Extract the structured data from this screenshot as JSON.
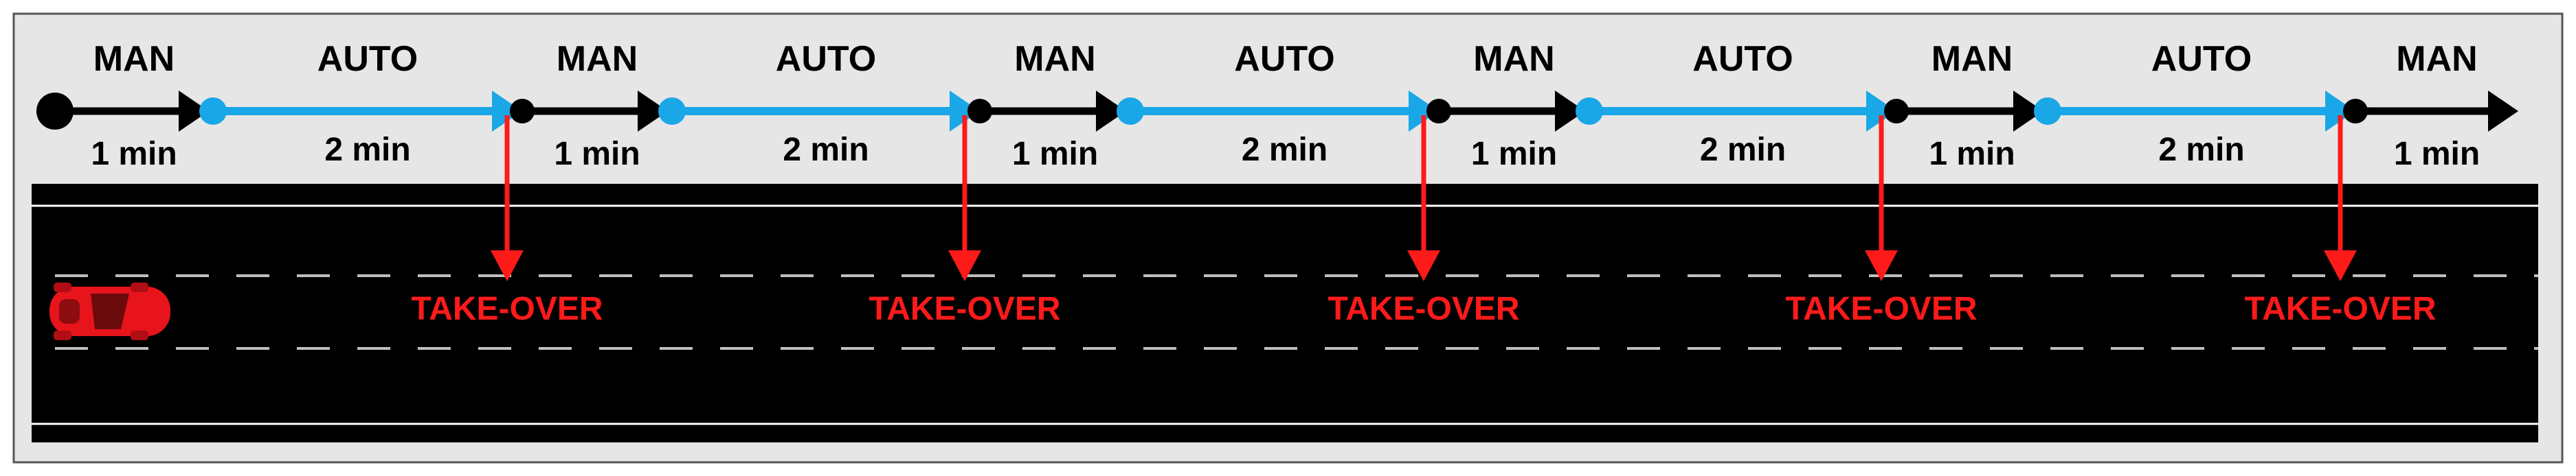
{
  "timeline": {
    "segments": [
      {
        "mode": "MAN",
        "duration": "1 min"
      },
      {
        "mode": "AUTO",
        "duration": "2 min"
      },
      {
        "mode": "MAN",
        "duration": "1 min"
      },
      {
        "mode": "AUTO",
        "duration": "2 min"
      },
      {
        "mode": "MAN",
        "duration": "1 min"
      },
      {
        "mode": "AUTO",
        "duration": "2 min"
      },
      {
        "mode": "MAN",
        "duration": "1 min"
      },
      {
        "mode": "AUTO",
        "duration": "2 min"
      },
      {
        "mode": "MAN",
        "duration": "1 min"
      },
      {
        "mode": "AUTO",
        "duration": "2 min"
      },
      {
        "mode": "MAN",
        "duration": "1 min"
      }
    ]
  },
  "takeovers": [
    {
      "label": "TAKE-OVER"
    },
    {
      "label": "TAKE-OVER"
    },
    {
      "label": "TAKE-OVER"
    },
    {
      "label": "TAKE-OVER"
    },
    {
      "label": "TAKE-OVER"
    }
  ],
  "colors": {
    "manual": "#000000",
    "auto": "#1aa7e8",
    "takeover": "#ff1a1a",
    "road": "#000000",
    "panel": "#e6e6e6",
    "lane_marking": "#bfbfbf",
    "car": "#e8141b"
  },
  "icons": {
    "vehicle": "car-icon"
  }
}
